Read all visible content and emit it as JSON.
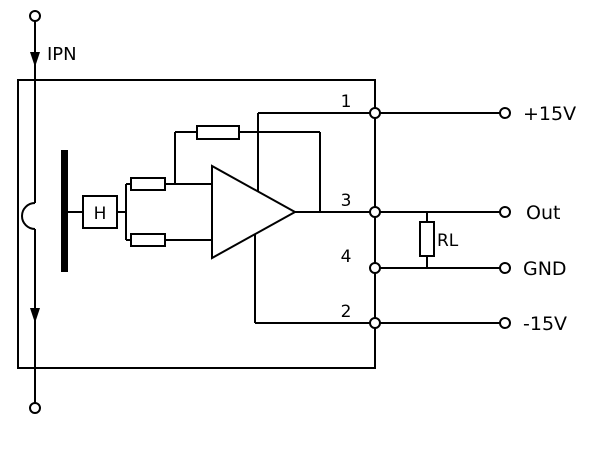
{
  "diagram": {
    "background": "#ffffff",
    "line_color": "#000000",
    "primary_label": "IPN",
    "hall_label": "H",
    "load_label": "RL",
    "pins": [
      {
        "number": "1",
        "terminal_label": "+15V"
      },
      {
        "number": "3",
        "terminal_label": "Out"
      },
      {
        "number": "4",
        "terminal_label": "GND"
      },
      {
        "number": "2",
        "terminal_label": "-15V"
      }
    ]
  }
}
